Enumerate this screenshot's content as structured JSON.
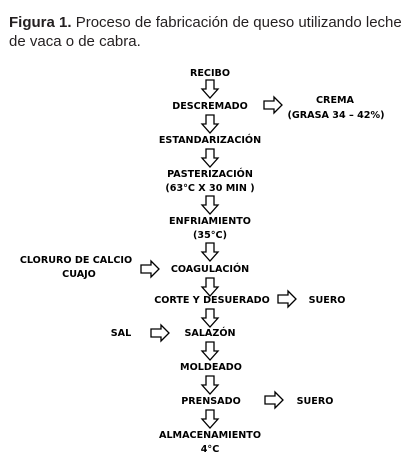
{
  "caption": {
    "label": "Figura 1.",
    "text": "Proceso de fabricación de queso utilizando leche de vaca o de cabra."
  },
  "flow": {
    "steps": [
      "RECIBO",
      "DESCREMADO",
      "ESTANDARIZACIÓN",
      "PASTERIZACIÓN",
      "(63°C X 30 MIN )",
      "ENFRIAMIENTO",
      "(35°C)",
      "COAGULACIÓN",
      "CORTE Y DESUERADO",
      "SALAZÓN",
      "MOLDEADO",
      "PRENSADO",
      "ALMACENAMIENTO",
      "4°C"
    ],
    "side": {
      "crema": "CREMA",
      "crema_grasa": "(GRASA 34 – 42%)",
      "cloruro": "CLORURO DE CALCIO",
      "cuajo": "CUAJO",
      "suero1": "SUERO",
      "sal": "SAL",
      "suero2": "SUERO"
    }
  }
}
